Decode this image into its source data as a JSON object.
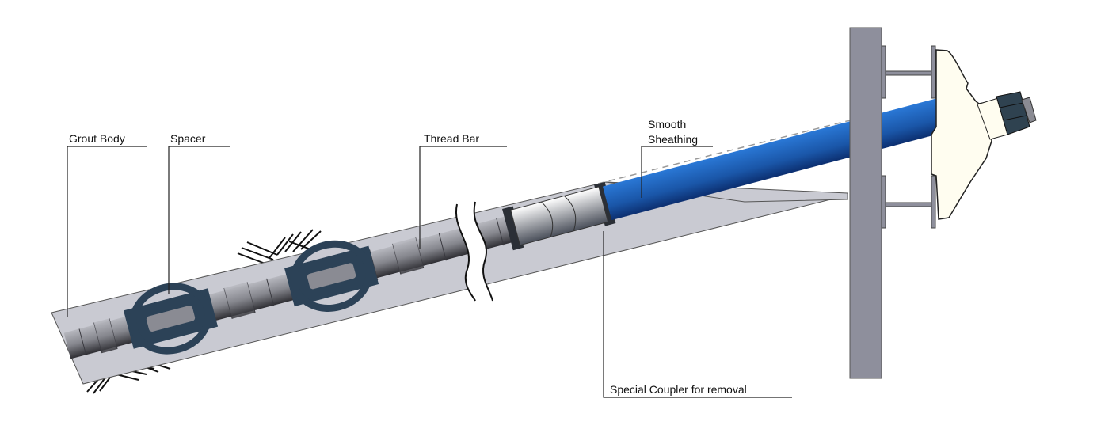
{
  "labels": {
    "grout_body": "Grout Body",
    "spacer": "Spacer",
    "thread_bar": "Thread Bar",
    "smooth_sheathing_line1": "Smooth",
    "smooth_sheathing_line2": "Sheathing",
    "special_coupler": "Special Coupler for removal"
  },
  "colors": {
    "grout": "#c9cad2",
    "spacer": "#2c4257",
    "sheathing": "#1f5fb5",
    "plate": "#8e8f9c",
    "anchor_head": "#fffdf0"
  }
}
